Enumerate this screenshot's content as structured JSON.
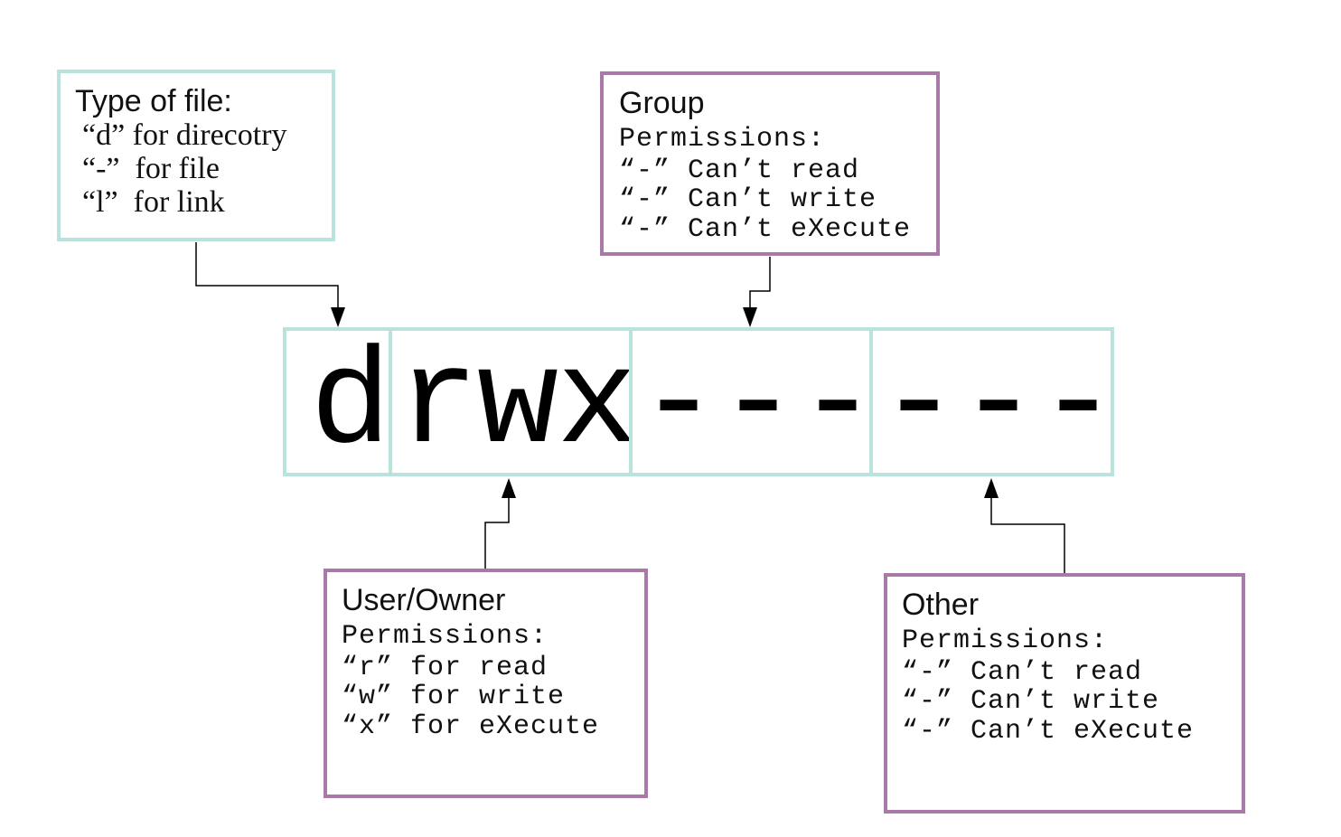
{
  "file_type": {
    "title": "Type of file:",
    "lines": [
      "“d” for direcotry",
      "“-”  for file",
      "“l”  for link"
    ]
  },
  "group": {
    "title": "Group",
    "subtitle": "Permissions:",
    "lines": [
      "“-” Can’t read",
      "“-” Can’t write",
      "“-” Can’t eXecute"
    ]
  },
  "owner": {
    "title": "User/Owner",
    "subtitle": "Permissions:",
    "lines": [
      "“r” for read",
      "“w” for write",
      "“x” for eXecute"
    ]
  },
  "other": {
    "title": "Other",
    "subtitle": "Permissions:",
    "lines": [
      "“-” Can’t read",
      "“-” Can’t write",
      "“-” Can’t eXecute"
    ]
  },
  "permission_string": {
    "type": "d",
    "owner": [
      "r",
      "w",
      "x"
    ],
    "group": [
      "-",
      "-",
      "-"
    ],
    "other": [
      "-",
      "-",
      "-"
    ]
  },
  "colors": {
    "teal_border": "#b9e3dc",
    "purple_border": "#a97aa8"
  }
}
